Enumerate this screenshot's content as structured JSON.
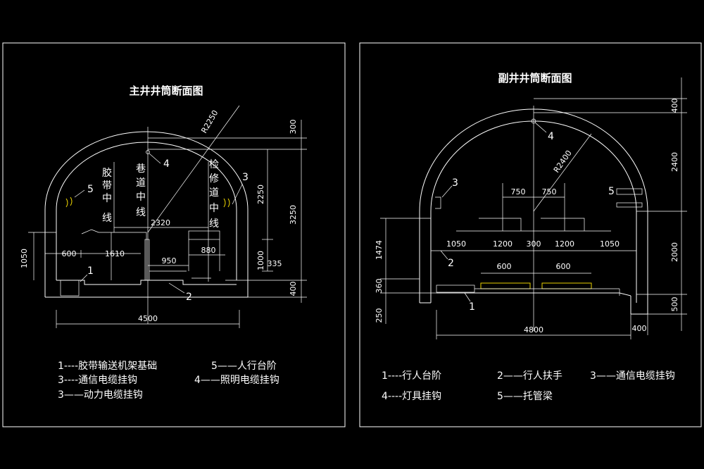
{
  "main_section": {
    "title": "主井井筒断面图",
    "radius_label": "R2250",
    "dims": {
      "w600": "600",
      "w1610": "1610",
      "w2320": "2320",
      "w950": "950",
      "w880": "880",
      "w4500": "4500",
      "h1050": "1050",
      "h300": "300",
      "h2250": "2250",
      "h3250": "3250",
      "h1000": "1000",
      "h335": "335",
      "h400": "400"
    },
    "centerlines": {
      "belt": [
        "胶",
        "带",
        "中",
        "线"
      ],
      "road": [
        "巷",
        "道",
        "中",
        "线"
      ],
      "repair": [
        "检",
        "修",
        "道",
        "中",
        "线"
      ]
    },
    "markers": [
      "1",
      "2",
      "3",
      "4",
      "5"
    ],
    "legend": [
      "1----胶带输送机架基础",
      "5——人行台阶",
      "3----通信电缆挂钩",
      "4——照明电缆挂钩",
      "3——动力电缆挂钩"
    ]
  },
  "aux_section": {
    "title": "副井井筒断面图",
    "radius_label": "R2400",
    "dims": {
      "w750a": "750",
      "w750b": "750",
      "w1050a": "1050",
      "w1200a": "1200",
      "w300": "300",
      "w1200b": "1200",
      "w1050b": "1050",
      "w600a": "600",
      "w600b": "600",
      "w4800": "4800",
      "w400": "400",
      "h1474": "1474",
      "h360": "360",
      "h250": "250",
      "h400": "400",
      "h2400": "2400",
      "h2000": "2000",
      "h500": "500"
    },
    "markers": [
      "1",
      "2",
      "3",
      "4",
      "5"
    ],
    "legend": [
      "1----行人台阶",
      "2——行人扶手",
      "3——通信电缆挂钩",
      "4----灯具挂钩",
      "5——托管梁"
    ]
  }
}
